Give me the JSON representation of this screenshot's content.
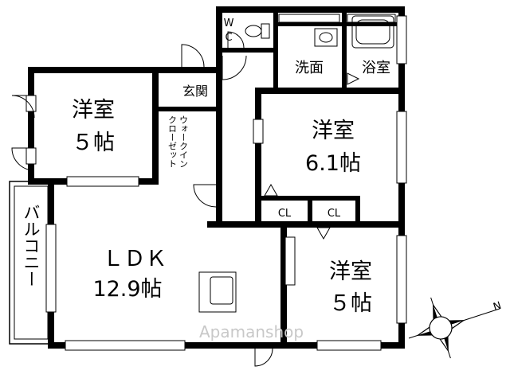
{
  "rooms": {
    "wc_line1": "W",
    "wc_line2": "C",
    "washroom": "洗面",
    "bathroom": "浴室",
    "entrance": "玄関",
    "west_room_name": "洋室",
    "west_room_size": "５帖",
    "walk_in_closet_line1": "ウォークイン",
    "walk_in_closet_line2": "クローゼット",
    "center_room_name": "洋室",
    "center_room_size": "6.1帖",
    "closet_a": "CL",
    "closet_b": "CL",
    "ldk_name": "ＬＤＫ",
    "ldk_size": "12.9帖",
    "balcony": "バルコニー",
    "south_room_name": "洋室",
    "south_room_size": "５帖"
  },
  "compass": {
    "north_letter": "N"
  },
  "watermark": "Apamanshop",
  "colors": {
    "wall": "#000000",
    "watermark": "#c8c8c8",
    "background": "#ffffff"
  }
}
